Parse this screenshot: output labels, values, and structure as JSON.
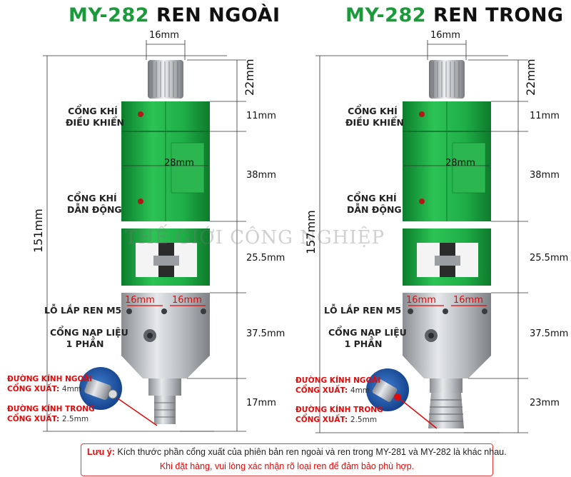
{
  "left": {
    "title_model": "MY-282",
    "title_type": "REN NGOÀI",
    "dims": {
      "top_width": "16mm",
      "knob": "22mm",
      "sec1": "11mm",
      "sec2": "38mm",
      "window": "25.5mm",
      "bottom": "37.5mm",
      "tip": "17mm",
      "total": "151mm",
      "body_width": "28mm",
      "hole_left": "16mm",
      "hole_right": "16mm"
    },
    "labels": {
      "control_air_1": "CỔNG KHÍ",
      "control_air_2": "ĐIỀU KHIỂN",
      "drive_air_1": "CỔNG KHÍ",
      "drive_air_2": "DẪN ĐỘNG",
      "mount_hole": "LỖ LẮP REN M5",
      "feed_1": "CỔNG NẠP LIỆU",
      "feed_2": "1 PHẦN"
    },
    "outlet": {
      "outer_label": "ĐƯỜNG KÍNH NGOÀI",
      "outer_prefix": "CỔNG XUẤT:",
      "outer_value": "4mm",
      "inner_label": "ĐƯỜNG KÍNH TRONG",
      "inner_prefix": "CỔNG XUẤT:",
      "inner_value": "2.5mm"
    }
  },
  "right": {
    "title_model": "MY-282",
    "title_type": "REN TRONG",
    "dims": {
      "top_width": "16mm",
      "knob": "22mm",
      "sec1": "11mm",
      "sec2": "38mm",
      "window": "25.5mm",
      "bottom": "37.5mm",
      "tip": "23mm",
      "total": "157mm",
      "body_width": "28mm",
      "hole_left": "16mm",
      "hole_right": "16mm"
    },
    "labels": {
      "control_air_1": "CỔNG KHÍ",
      "control_air_2": "ĐIỀU KHIỂN",
      "drive_air_1": "CỔNG KHÍ",
      "drive_air_2": "DẪN ĐỘNG",
      "mount_hole": "LỖ LẮP REN M5",
      "feed_1": "CỔNG NẠP LIỆU",
      "feed_2": "1 PHẦN"
    },
    "outlet": {
      "outer_label": "ĐƯỜNG KÍNH NGOÀI",
      "outer_prefix": "CỔNG XUẤT:",
      "outer_value": "4mm",
      "inner_label": "ĐƯỜNG KÍNH TRONG",
      "inner_prefix": "CỔNG XUẤT:",
      "inner_value": "2.5mm"
    }
  },
  "watermark": "THẾ GIỚI CÔNG NGHIỆP",
  "note": {
    "prefix": "Lưu ý:",
    "line1": "Kích thước phần cổng xuất của phiên bản ren ngoài và ren trong MY-281 và MY-282 là khác nhau.",
    "line2": "Khi đặt hàng, vui lòng xác nhận rõ loại ren để đảm bảo phù hợp."
  },
  "colors": {
    "green": "#1fb045",
    "title_green": "#1a9a3a",
    "red": "#e10a0a",
    "metal": "#b9bdc2"
  }
}
